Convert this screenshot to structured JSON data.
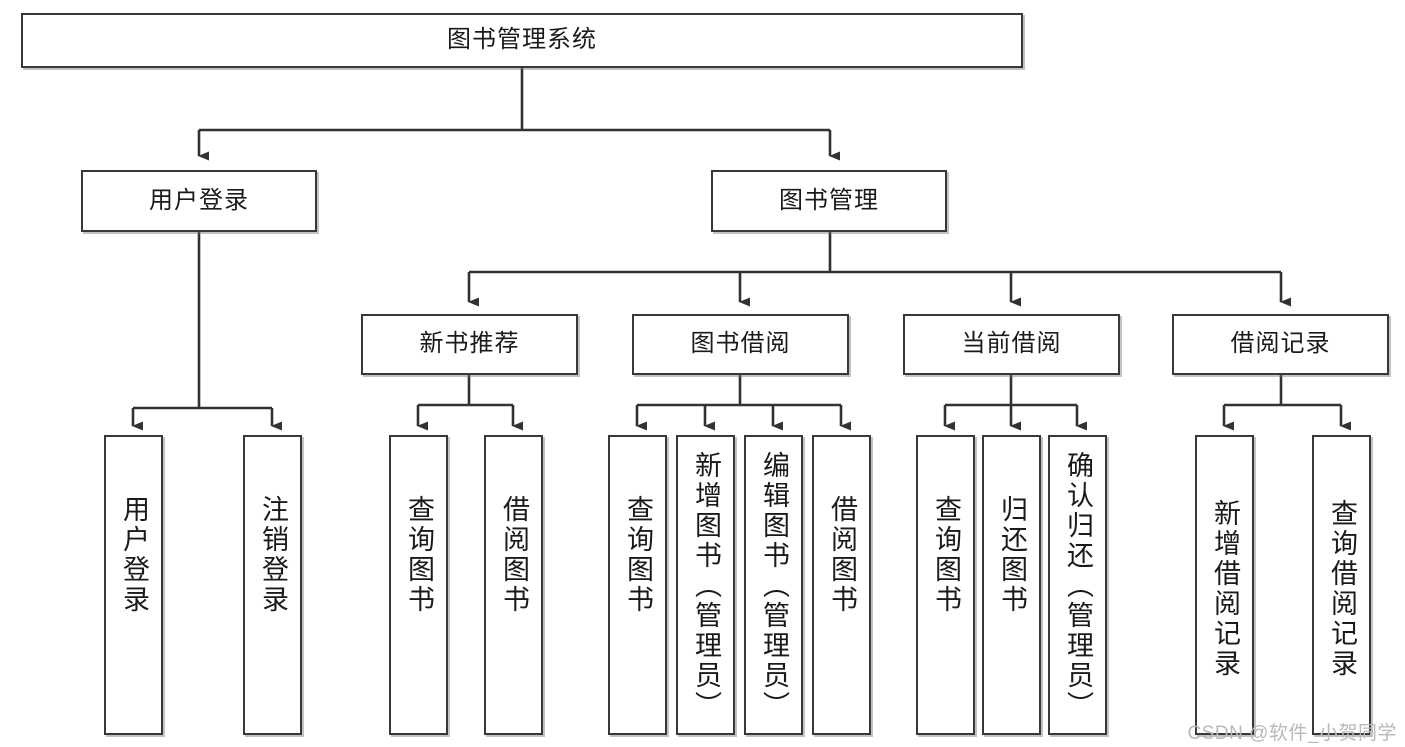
{
  "diagram": {
    "title": "图书管理系统",
    "type": "tree",
    "watermark": "CSDN @软件_小贺同学",
    "colors": {
      "box_border": "#35393d",
      "box_fill": "#ffffff",
      "edge": "#2f3337",
      "text": "#1a1a1a",
      "watermark": "#b9b9b9"
    },
    "nodes": {
      "root": {
        "label": "图书管理系统"
      },
      "level2": [
        {
          "label": "用户登录"
        },
        {
          "label": "图书管理"
        }
      ],
      "level3": [
        {
          "label": "新书推荐"
        },
        {
          "label": "图书借阅"
        },
        {
          "label": "当前借阅"
        },
        {
          "label": "借阅记录"
        }
      ],
      "leaves_user_login": [
        {
          "label": "用户登录"
        },
        {
          "label": "注销登录"
        }
      ],
      "leaves_new_book": [
        {
          "label": "查询图书"
        },
        {
          "label": "借阅图书"
        }
      ],
      "leaves_borrow": [
        {
          "label": "查询图书"
        },
        {
          "label": "新增图书（管理员）"
        },
        {
          "label": "编辑图书（管理员）"
        },
        {
          "label": "借阅图书"
        }
      ],
      "leaves_current": [
        {
          "label": "查询图书"
        },
        {
          "label": "归还图书"
        },
        {
          "label": "确认归还（管理员）"
        }
      ],
      "leaves_records": [
        {
          "label": "新增借阅记录"
        },
        {
          "label": "查询借阅记录"
        }
      ]
    }
  }
}
